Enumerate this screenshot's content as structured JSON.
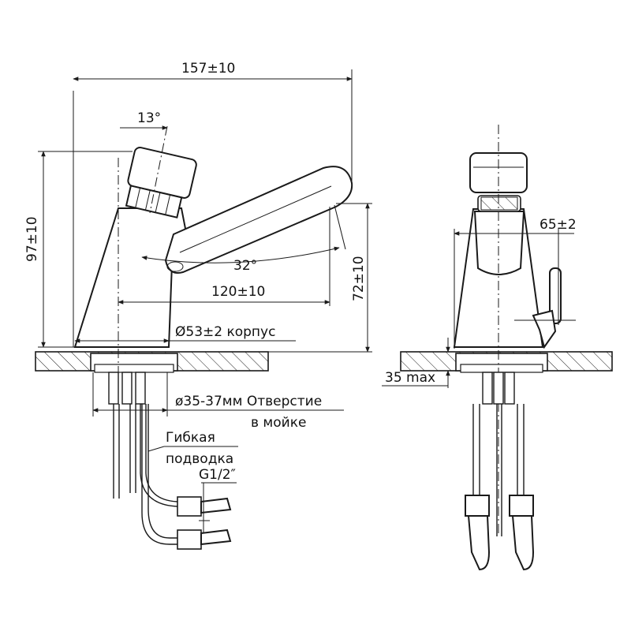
{
  "dimensions": {
    "overall_length": "157±10",
    "height": "97±10",
    "button_angle": "13°",
    "spout_angle": "32°",
    "spout_reach": "120±10",
    "spout_height": "72±10",
    "body_diameter": "Ø53±2 корпус",
    "hole_diameter_line1": "ø35-37мм Отверстие",
    "hole_diameter_line2": "в мойке",
    "hose_line1": "Гибкая",
    "hose_line2": "подводка",
    "thread": "G1/2″",
    "side_offset": "65±2",
    "max_thickness": "35 max"
  }
}
